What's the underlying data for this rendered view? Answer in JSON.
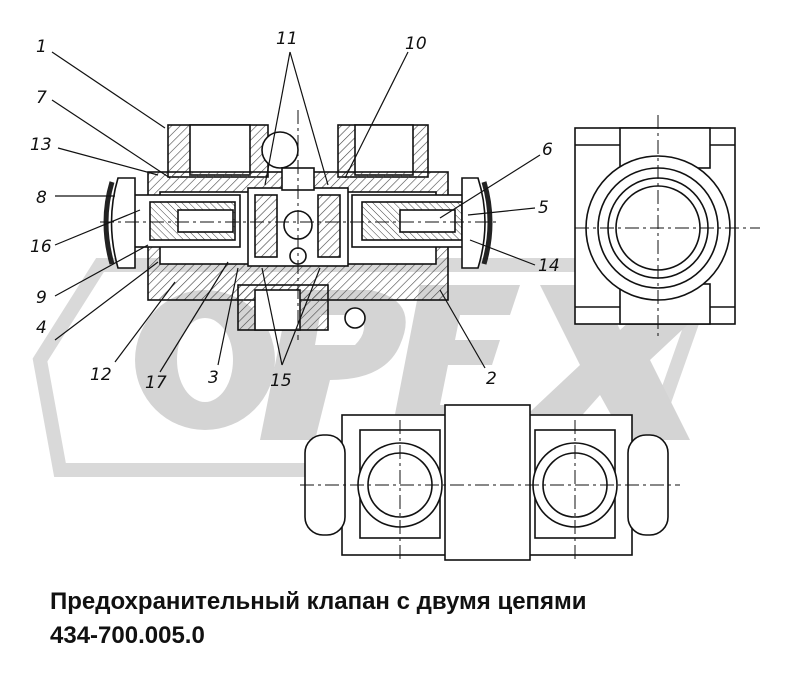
{
  "caption": {
    "title": "Предохранительный клапан с двумя цепями",
    "part_number": "434-700.005.0"
  },
  "watermark": {
    "text": "OPEX",
    "color": "#d9d9d9"
  },
  "callouts": {
    "c1": "1",
    "c2": "2",
    "c3": "3",
    "c4": "4",
    "c5": "5",
    "c6": "6",
    "c7": "7",
    "c8": "8",
    "c9": "9",
    "c10": "10",
    "c11": "11",
    "c12": "12",
    "c13": "13",
    "c14": "14",
    "c15": "15",
    "c16": "16",
    "c17": "17"
  },
  "colors": {
    "line": "#111111",
    "hatch": "#555555",
    "background": "#ffffff"
  }
}
